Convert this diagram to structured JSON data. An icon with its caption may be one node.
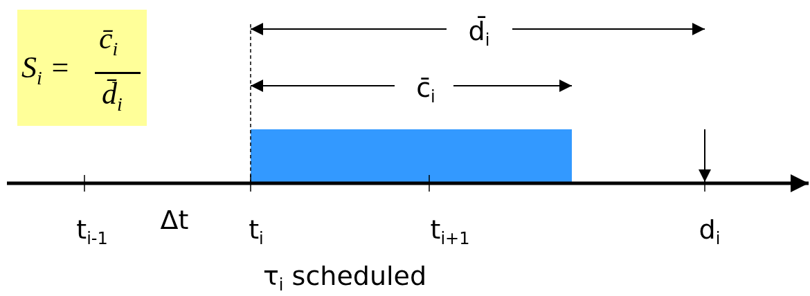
{
  "diagram": {
    "nodes": [
      {
        "text": [
          "S$_{i}$ =",
          "c̄$_{i}$",
          "d̄$_{i}$"
        ]
      },
      {
        "text": [],
        "shape": "bar"
      }
    ],
    "edges": [],
    "labels": [
      "d̄$_{i}$",
      "c̄$_{i}$",
      "t$_{i-1}$",
      "Δt",
      "t$_{i}$",
      "t$_{i+1}$",
      "d$_{i}$",
      "τ$_{i}$ scheduled"
    ]
  }
}
